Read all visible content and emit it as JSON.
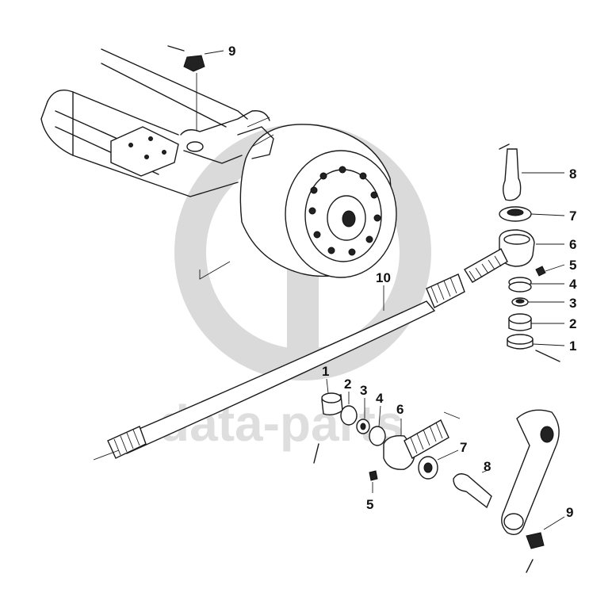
{
  "watermark": {
    "text": "data-parts",
    "color": "#d4d4d4"
  },
  "callouts": {
    "top_nut": "9",
    "top_stud": "8",
    "top_washer": "7",
    "top_end_housing": "6",
    "top_grease_fitting": "5",
    "top_seal": "4",
    "top_ring": "3",
    "top_seat": "2",
    "top_cap": "1",
    "tie_rod": "10",
    "bottom_cap": "1",
    "bottom_seat": "2",
    "bottom_ring": "3",
    "bottom_seal": "4",
    "bottom_end_housing": "6",
    "bottom_grease_fitting": "5",
    "bottom_washer": "7",
    "bottom_stud": "8",
    "bottom_nut": "9"
  }
}
